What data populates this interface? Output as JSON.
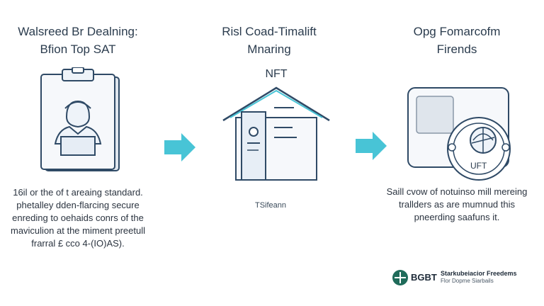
{
  "columns": [
    {
      "title_lines": [
        "Walsreed Br Dealning:",
        "Bfion Top SAT"
      ],
      "description_lines": [
        "16il or the of t areaing standard.",
        "phetalley dden-flarcing secure",
        "enreding to oehaids conrs of the",
        "maviculion at the miment preetull",
        "frarral £ cco 4-(IO)AS)."
      ]
    },
    {
      "title_lines": [
        "Risl Coad-Timalift",
        "Mnaring"
      ],
      "step_label": "NFT",
      "caption": "TSifeann"
    },
    {
      "title_lines": [
        "Opg Fomarcofm",
        "Firends"
      ],
      "badge_text": "UFT",
      "description_lines": [
        "Saill cvow of notuinso mill mereing",
        "trallders as are mumnud this",
        "pneerding saafuns it."
      ]
    }
  ],
  "logo": {
    "mark_text": "BGBT",
    "tagline": "Starkubeiacior Freedems",
    "subtagline": "Flor Dopme Siarbails"
  },
  "colors": {
    "accent": "#48c4d6",
    "line": "#2f4a66",
    "fill_light": "#eef3f9",
    "logo_green": "#1f6b5a"
  }
}
